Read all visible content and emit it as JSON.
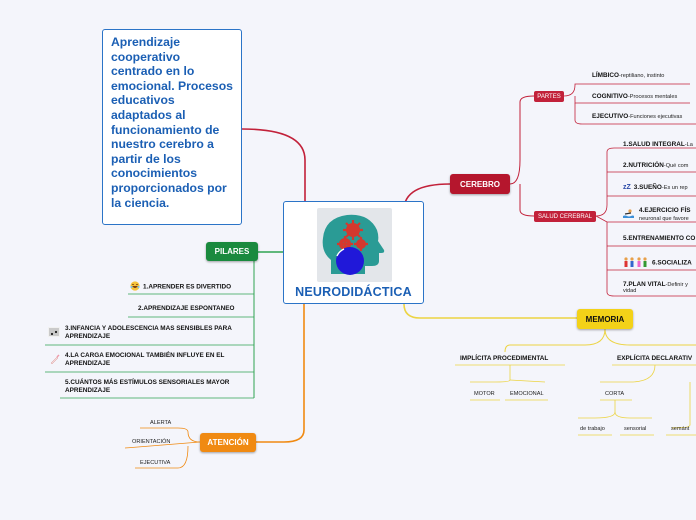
{
  "note": {
    "text": "Aprendizaje cooperativo centrado en lo emocional. Procesos educativos adaptados al funcionamiento de nuestro cerebro a partir de los conocimientos proporcionados por la ciencia."
  },
  "central": {
    "title": "NEURODIDÁCTICA"
  },
  "pilares": {
    "label": "PILARES",
    "items": [
      "1.APRENDER ES DIVERTIDO",
      "2.APRENDIZAJE ESPONTANEO",
      "3.INFANCIA Y ADOLESCENCIA MAS SENSIBLES PARA APRENDIZAJE",
      "4.LA CARGA EMOCIONAL TAMBIÉN INFLUYE EN EL APRENDIZAJE",
      "5.CUÁNTOS MÁS ESTÍMULOS SENSORIALES MAYOR APRENDIZAJE"
    ]
  },
  "atencion": {
    "label": "ATENCIÓN",
    "items": [
      "ALERTA",
      "ORIENTACIÓN",
      "EJECUTIVA"
    ]
  },
  "cerebro": {
    "label": "CEREBRO",
    "partes": {
      "label": "PARTES",
      "items": [
        {
          "name": "LÍMBICO",
          "desc": "-reptiliano, instinto"
        },
        {
          "name": "COGNITIVO",
          "desc": "-Procesos mentales"
        },
        {
          "name": "EJECUTIVO",
          "desc": "-Funciones ejecutivas"
        }
      ]
    },
    "salud": {
      "label": "SALUD CEREBRAL",
      "items": [
        {
          "name": "1.SALUD INTEGRAL",
          "desc": "-La"
        },
        {
          "name": "2.NUTRICIÓN",
          "desc": "-Qué com"
        },
        {
          "name": "3.SUEÑO",
          "desc": "-Es un rep"
        },
        {
          "name": "4.EJERCICIO FÍS",
          "desc": "neuronal que favore"
        },
        {
          "name": "5.ENTRENAMIENTO CO",
          "desc": ""
        },
        {
          "name": "6.SOCIALIZA",
          "desc": ""
        },
        {
          "name": "7.PLAN VITAL",
          "desc": "-Definir y",
          "desc2": "vidad"
        }
      ]
    }
  },
  "memoria": {
    "label": "MEMORIA",
    "implicita": {
      "label": "IMPLÍCITA PROCEDIMENTAL",
      "items": [
        "MOTOR",
        "EMOCIONAL"
      ]
    },
    "explicita": {
      "label": "EXPLÍCITA DECLARATIV",
      "corta": {
        "label": "CORTA",
        "items": [
          "de trabajo",
          "sensorial"
        ]
      },
      "other": "semánt"
    }
  },
  "colors": {
    "blue": "#2b74c7",
    "cerebro": "#b5162d",
    "cerebro_link": "#c2213a",
    "pilares": "#1a8a3e",
    "pilares_link": "#2ea352",
    "atencion": "#f08a12",
    "memoria": "#f3d218",
    "memoria_link": "#ecd443"
  },
  "icons": [
    "laughing-face-icon",
    "sheet-music-icon",
    "baby-bottle-icon",
    "sleep-zzz-icon",
    "swimmer-icon",
    "people-icon",
    "gears-head-icon"
  ]
}
